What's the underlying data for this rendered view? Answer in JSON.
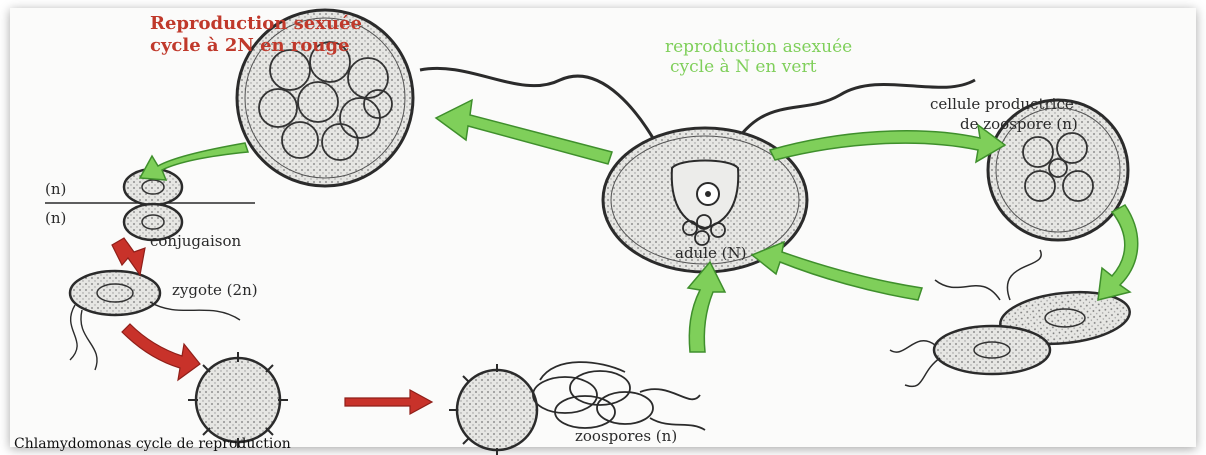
{
  "sexual_title_line1": "Reproduction sexuée",
  "sexual_title_line2": "cycle à 2N en rouge",
  "asexual_title_line1": "reproduction asexuée",
  "asexual_title_line2": "cycle à N en vert",
  "label_producer_line1": "cellule productrice",
  "label_producer_line2": "de zoospore (n)",
  "label_adult": "adule (N)",
  "label_n_top": "(n)",
  "label_n_bottom": "(n)",
  "label_conjugation": "conjugaison",
  "label_zygote": "zygote (2n)",
  "label_zoospores": "zoospores (n)",
  "caption": "Chlamydomonas cycle de reproduction",
  "colors": {
    "sexual": "#c0392b",
    "asexual": "#7fcf5a",
    "asexual_stroke": "#3f8f2c",
    "red_arrow": "#c8322a",
    "cell_fill": "#d9d9d6",
    "ink": "#2b2b2b"
  }
}
